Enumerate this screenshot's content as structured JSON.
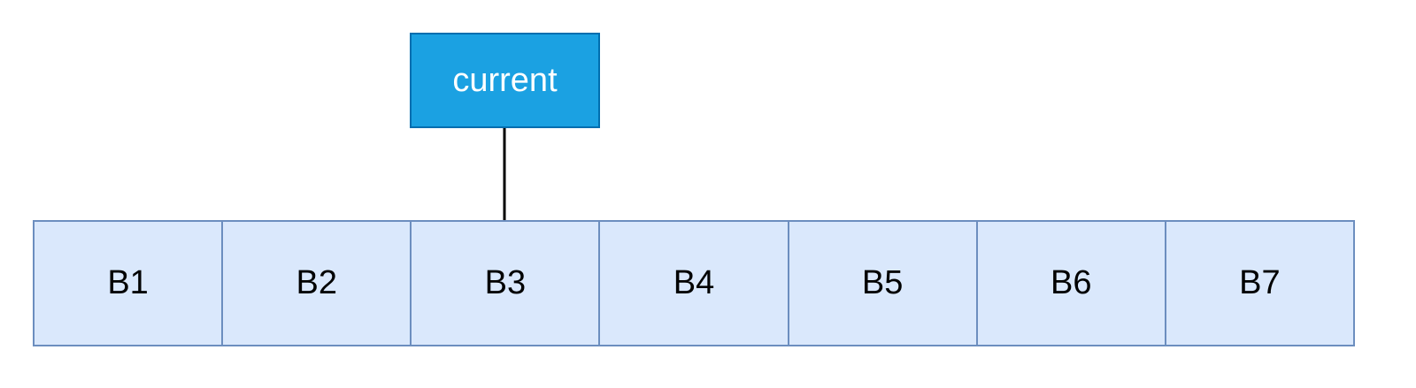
{
  "diagram": {
    "pointer": {
      "label": "current",
      "points_to": "B3"
    },
    "cells": [
      {
        "label": "B1"
      },
      {
        "label": "B2"
      },
      {
        "label": "B3"
      },
      {
        "label": "B4"
      },
      {
        "label": "B5"
      },
      {
        "label": "B6"
      },
      {
        "label": "B7"
      }
    ],
    "colors": {
      "pointer_fill": "#1ba1e2",
      "pointer_stroke": "#006eaf",
      "cell_fill": "#dae8fc",
      "cell_stroke": "#6c8ebf",
      "arrow": "#000000"
    }
  }
}
